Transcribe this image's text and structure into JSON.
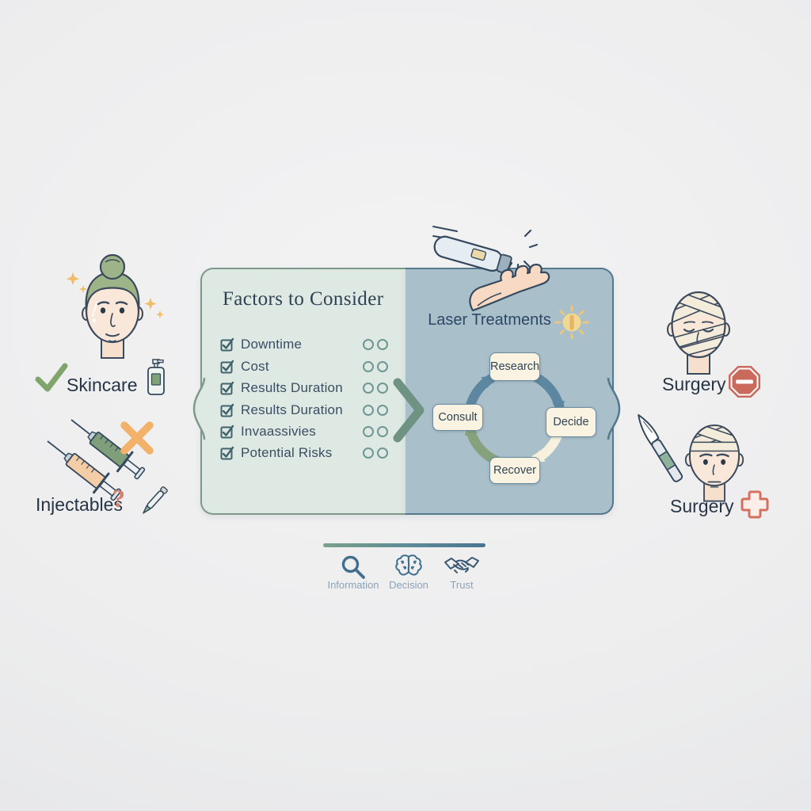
{
  "colors": {
    "panel_left_bg": "#dfe9e3",
    "panel_left_border": "#7d998c",
    "panel_right_bg": "#a9bfca",
    "panel_right_border": "#54788e",
    "cycle_box_bg": "#faf3e1",
    "arrow_blue": "#5d87a1",
    "arrow_cream": "#f7f0dd",
    "arrow_green": "#85a27d",
    "check_green": "#7fa56d",
    "warn_orange": "#f2b269",
    "alert_coral": "#d4705f",
    "glow_yellow": "#f3d894"
  },
  "panel": {
    "left": {
      "title": "Factors to Consider",
      "items": [
        {
          "label": "Downtime"
        },
        {
          "label": "Cost"
        },
        {
          "label": "Results Duration"
        },
        {
          "label": "Results Duration"
        },
        {
          "label": "Invaassivies"
        },
        {
          "label": "Potential Risks"
        }
      ]
    },
    "right": {
      "title": "Laser Treatments",
      "cycle": [
        {
          "label": "Research"
        },
        {
          "label": "Decide"
        },
        {
          "label": "Recover"
        },
        {
          "label": "Consult"
        }
      ]
    }
  },
  "sides": {
    "skincare": {
      "label": "Skincare"
    },
    "injectables": {
      "label": "Injectables",
      "qmark": "?"
    },
    "surgery_top": {
      "label": "Surgery"
    },
    "surgery_bottom": {
      "label": "Surgery"
    }
  },
  "legend": {
    "items": [
      {
        "label": "Information",
        "icon": "magnifier-icon"
      },
      {
        "label": "Decision",
        "icon": "brain-icon"
      },
      {
        "label": "Trust",
        "icon": "handshake-icon"
      }
    ]
  }
}
